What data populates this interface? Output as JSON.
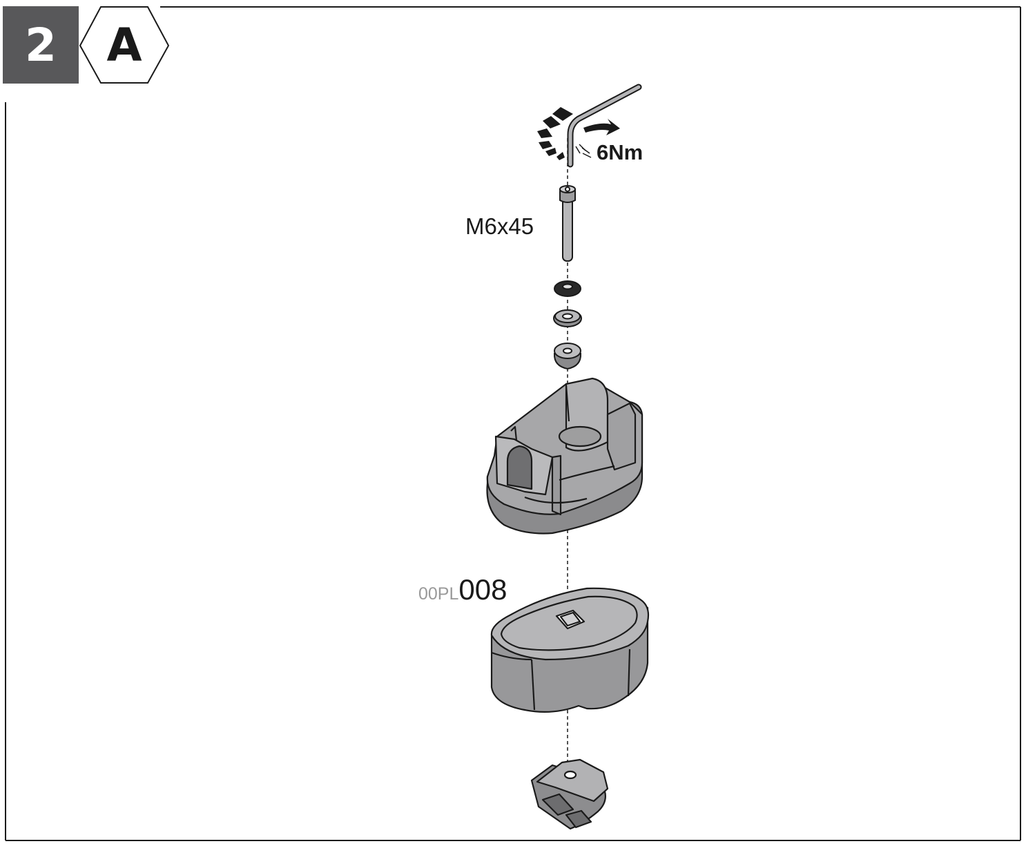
{
  "step": {
    "number": "2",
    "variant": "A"
  },
  "torque": {
    "value": "6Nm"
  },
  "bolt": {
    "spec": "M6x45"
  },
  "part_code": {
    "prefix": "00PL",
    "number": "008"
  },
  "colors": {
    "part_fill": "#a9a9ab",
    "part_dark": "#8c8c8e",
    "outline": "#1a1a1a",
    "step_box": "#58585a"
  },
  "icons": [
    "hex-key-icon",
    "rotation-arrow-icon"
  ]
}
